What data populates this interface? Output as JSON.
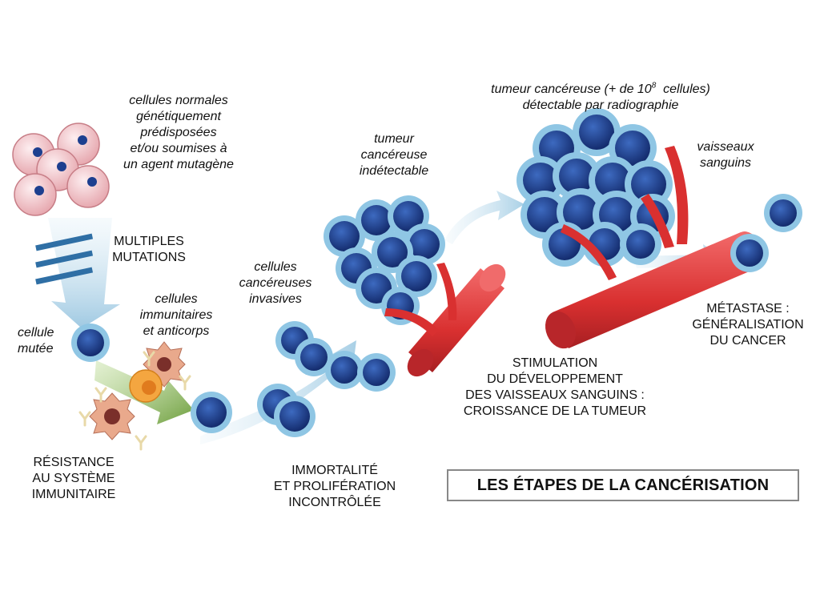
{
  "labels": {
    "normal_cells": [
      "cellules normales",
      "génétiquement",
      "prédisposées",
      "et/ou soumises à",
      "un agent mutagène"
    ],
    "multiple_mutations": [
      "MULTIPLES",
      "MUTATIONS"
    ],
    "mutated_cell": [
      "cellule",
      "mutée"
    ],
    "immune_cells": [
      "cellules",
      "immunitaires",
      "et anticorps"
    ],
    "resistance": [
      "RÉSISTANCE",
      "AU SYSTÈME",
      "IMMUNITAIRE"
    ],
    "invasive_cells": [
      "cellules",
      "cancéreuses",
      "invasives"
    ],
    "immortality": [
      "IMMORTALITÉ",
      "ET PROLIFÉRATION",
      "INCONTRÔLÉE"
    ],
    "undetectable_tumor": [
      "tumeur",
      "cancéreuse",
      "indétectable"
    ],
    "detectable_tumor_prefix": "tumeur cancéreuse (+ de 10",
    "detectable_tumor_exp": "8",
    "detectable_tumor_suffix": "  cellules)",
    "detectable_tumor_line2": "détectable par radiographie",
    "blood_vessels": [
      "vaisseaux",
      "sanguins"
    ],
    "stimulation": [
      "STIMULATION",
      "DU DÉVELOPPEMENT",
      "DES VAISSEAUX SANGUINS :",
      "CROISSANCE DE LA TUMEUR"
    ],
    "metastasis": [
      "MÉTASTASE :",
      "GÉNÉRALISATION",
      "DU CANCER"
    ]
  },
  "title": "LES ÉTAPES DE LA CANCÉRISATION",
  "colors": {
    "normal_cell": "#f3c9cc",
    "normal_nucleus": "#1d3f8f",
    "cancer_cell": "#1e3f8a",
    "cancer_cell_rim": "#8fc6e4",
    "vessel": "#e03a3a",
    "arrow": "#b9d9ea",
    "mutation_bars": "#2f6fa5",
    "immune_cell": "#e9a98c",
    "green_arrow": "#86b55a"
  }
}
